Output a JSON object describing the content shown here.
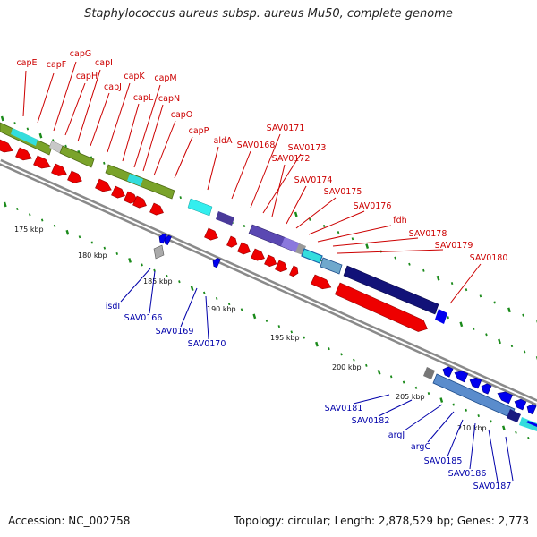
{
  "title": "Staphylococcus aureus subsp. aureus Mu50, complete genome",
  "footer": {
    "accession": "Accession: NC_002758",
    "topology": "Topology: circular; Length: 2,878,529 bp; Genes: 2,773"
  },
  "colors": {
    "forward_label": "#cc0000",
    "reverse_label": "#0000aa",
    "forward_gene": "#ee0000",
    "reverse_gene": "#0000ee",
    "tick": "#1a8a1a",
    "backbone": "#8a8a8a"
  },
  "scale_labels": [
    "175 kbp",
    "180 kbp",
    "185 kbp",
    "190 kbp",
    "195 kbp",
    "200 kbp",
    "205 kbp",
    "210 kbp"
  ],
  "forward_labels": [
    "capE",
    "capF",
    "capG",
    "capH",
    "capI",
    "capJ",
    "capK",
    "capL",
    "capM",
    "capN",
    "capO",
    "capP",
    "aldA",
    "SAV0168",
    "SAV0171",
    "SAV0173",
    "SAV0172",
    "SAV0174",
    "SAV0175",
    "SAV0176",
    "fdh",
    "SAV0178",
    "SAV0179",
    "SAV0180"
  ],
  "reverse_labels": [
    "isdI",
    "SAV0166",
    "SAV0169",
    "SAV0170",
    "SAV0181",
    "SAV0182",
    "argJ",
    "argC",
    "SAV0185",
    "SAV0186",
    "SAV0187"
  ]
}
